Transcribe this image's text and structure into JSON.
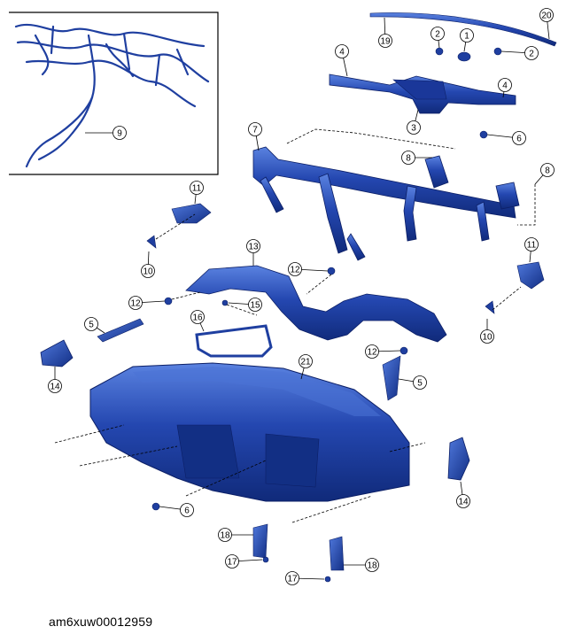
{
  "document_id": "am6xuw00012959",
  "callouts": [
    "1",
    "2",
    "3",
    "4",
    "5",
    "6",
    "7",
    "8",
    "9",
    "10",
    "11",
    "12",
    "13",
    "14",
    "15",
    "16",
    "17",
    "18",
    "19",
    "20",
    "21"
  ],
  "parts": [
    {
      "name": "wiring-harness",
      "callout": "9"
    },
    {
      "name": "trim-strip",
      "callouts": [
        "19",
        "20"
      ]
    },
    {
      "name": "defroster-duct",
      "callouts": [
        "4",
        "3"
      ]
    },
    {
      "name": "cross-car-beam",
      "callouts": [
        "7",
        "8"
      ]
    },
    {
      "name": "center-duct",
      "callout": "13"
    },
    {
      "name": "center-bracket",
      "callout": "16"
    },
    {
      "name": "instrument-panel",
      "callout": "21"
    },
    {
      "name": "side-vent",
      "callouts": [
        "14",
        "5"
      ]
    },
    {
      "name": "bracket",
      "callout": "18"
    },
    {
      "name": "clip",
      "callouts": [
        "2",
        "6",
        "10",
        "12",
        "15",
        "17"
      ]
    },
    {
      "name": "grommet",
      "callout": "1"
    },
    {
      "name": "cover",
      "callout": "11"
    }
  ],
  "colors": {
    "part_fill": "#1f3fa0",
    "part_stroke": "#0c1f66",
    "part_highlight": "#4a72d6",
    "line": "#000000"
  }
}
